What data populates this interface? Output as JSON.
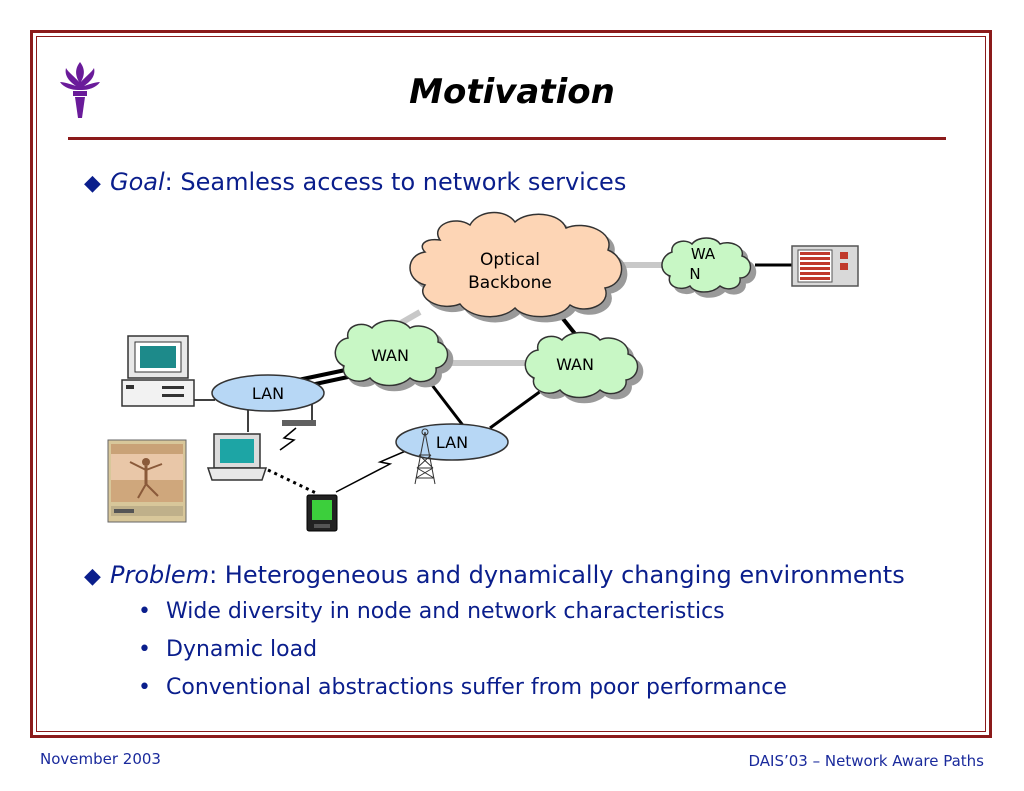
{
  "slide": {
    "title": "Motivation",
    "bullets": [
      {
        "lead": "Goal",
        "rest": ": Seamless access to network services"
      },
      {
        "lead": "Problem",
        "rest": ": Heterogeneous and dynamically changing environments"
      }
    ],
    "sub_bullets": [
      "Wide diversity in node and network characteristics",
      "Dynamic load",
      "Conventional abstractions suffer from poor performance"
    ],
    "footer": {
      "left": "November 2003",
      "right": "DAIS’03 – Network Aware Paths"
    }
  },
  "diagram": {
    "optical_label_1": "Optical",
    "optical_label_2": "Backbone",
    "wan_top_right_1": "WA",
    "wan_top_right_2": "N",
    "wan_left": "WAN",
    "wan_right": "WAN",
    "lan_left": "LAN",
    "lan_bottom": "LAN"
  },
  "colors": {
    "frame": "#8b1a1a",
    "text": "#0a1e8c",
    "optical_cloud": "#fdd5b5",
    "wan_cloud": "#c8f7c5",
    "lan_ellipse": "#b7d7f5",
    "logo": "#6a1b9a"
  }
}
